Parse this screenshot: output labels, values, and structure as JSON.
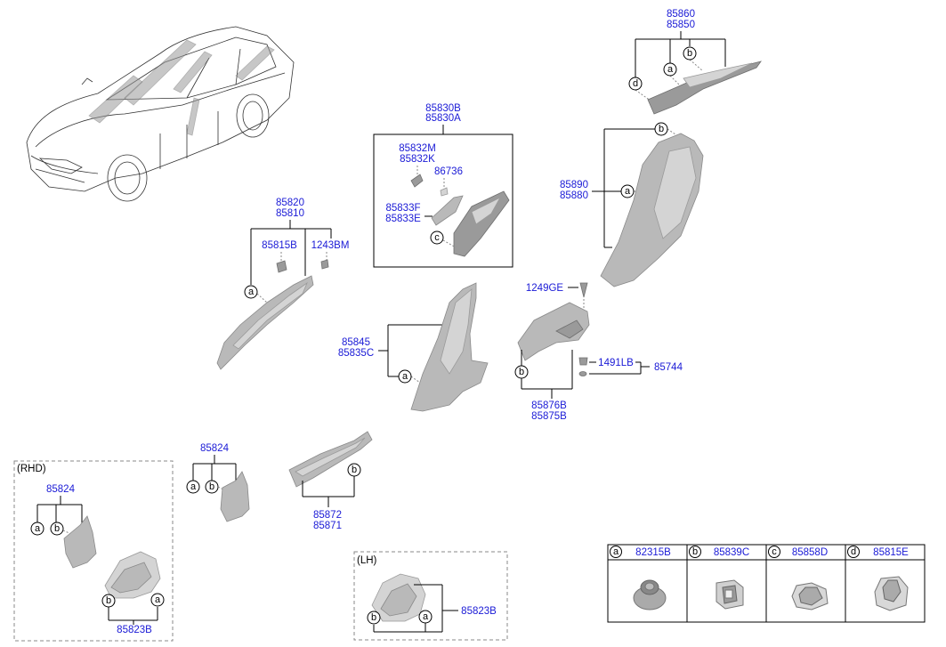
{
  "labels": {
    "n85860": "85860",
    "n85850": "85850",
    "n85830B": "85830B",
    "n85830A": "85830A",
    "n85832M": "85832M",
    "n85832K": "85832K",
    "n86736": "86736",
    "n85833F": "85833F",
    "n85833E": "85833E",
    "n85890": "85890",
    "n85880": "85880",
    "n85820": "85820",
    "n85810": "85810",
    "n85815B": "85815B",
    "n1243BM": "1243BM",
    "n1249GE": "1249GE",
    "n85845": "85845",
    "n85835C": "85835C",
    "n1491LB": "1491LB",
    "n85744": "85744",
    "n85876B": "85876B",
    "n85875B": "85875B",
    "n85824_mid": "85824",
    "n85872": "85872",
    "n85871": "85871",
    "n85824_rhd": "85824",
    "n85823B_rhd": "85823B",
    "n85823B_lh": "85823B"
  },
  "regions": {
    "rhd": "(RHD)",
    "lh": "(LH)"
  },
  "callouts": {
    "a": "a",
    "b": "b",
    "c": "c",
    "d": "d"
  },
  "legend": [
    {
      "letter": "a",
      "part": "82315B",
      "icon": "grommet-clip-icon"
    },
    {
      "letter": "b",
      "part": "85839C",
      "icon": "square-clip-icon"
    },
    {
      "letter": "c",
      "part": "85858D",
      "icon": "trim-clip-icon"
    },
    {
      "letter": "d",
      "part": "85815E",
      "icon": "retainer-clip-icon"
    }
  ]
}
